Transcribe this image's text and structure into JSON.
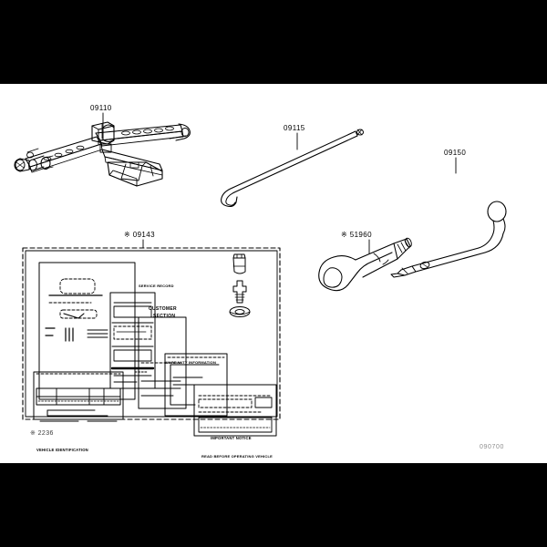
{
  "diagram": {
    "kind": "automotive-parts-illustration",
    "subject": "Jack and tool set",
    "background_color": "#000000",
    "canvas_color": "#ffffff",
    "line_color": "#000000"
  },
  "parts": [
    {
      "id": "jack",
      "number": "09110",
      "name": "scissor-jack",
      "prefix": "",
      "label": "09110"
    },
    {
      "id": "jack-handle",
      "number": "09115",
      "name": "jack-handle-bar",
      "prefix": "",
      "label": "09115"
    },
    {
      "id": "wheel-wrench",
      "number": "09150",
      "name": "wheel-nut-wrench",
      "prefix": "",
      "label": "09150"
    },
    {
      "id": "owner-manual-set",
      "number": "09143",
      "name": "owners-manual-document-set",
      "prefix": "※",
      "label": "※ 09143"
    },
    {
      "id": "towing-hook",
      "number": "51960",
      "name": "towing-hook",
      "prefix": "※",
      "label": "※ 51960"
    }
  ],
  "labels": {
    "jack": "09110",
    "handle": "09115",
    "wrench": "09150",
    "manual_set": "※ 09143",
    "tow_hook": "※ 51960",
    "footnote": "※  2236",
    "diagram_code": "090700"
  },
  "document_text": {
    "customer_line1": "CUSTOMER",
    "customer_line2": "SECTION",
    "vehicle_table_header": "VEHICLE IDENTIFICATION",
    "alert_header": "IMPORTANT NOTICE",
    "alert_subheader": "READ BEFORE OPERATING VEHICLE",
    "doc_a_header": "WARRANTY INFORMATION",
    "doc_b_header": "SERVICE RECORD"
  }
}
